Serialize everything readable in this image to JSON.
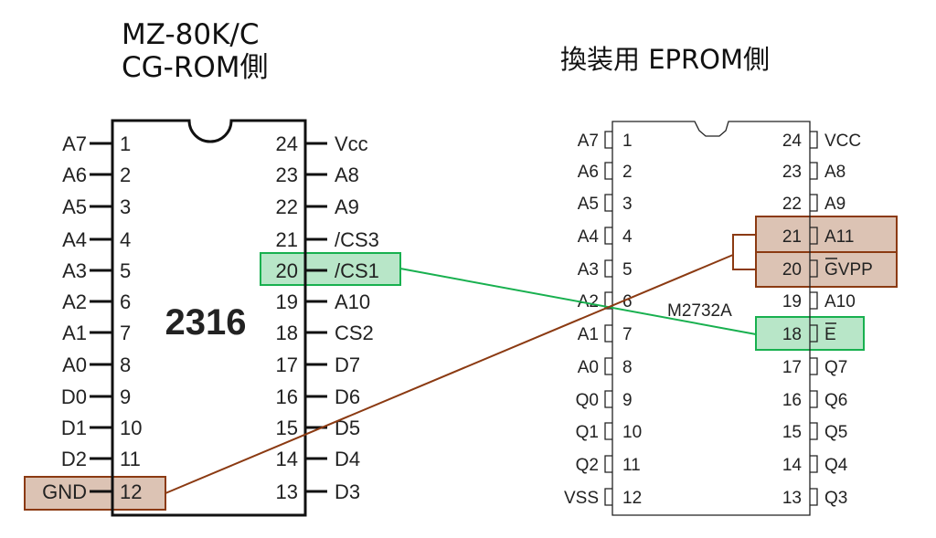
{
  "left_title": {
    "line1": "MZ-80K/C",
    "line2": "CG-ROM側"
  },
  "right_title": "換装用 EPROM側",
  "left_chip": {
    "name": "2316",
    "left_pins": [
      {
        "label": "A7",
        "num": "1"
      },
      {
        "label": "A6",
        "num": "2"
      },
      {
        "label": "A5",
        "num": "3"
      },
      {
        "label": "A4",
        "num": "4"
      },
      {
        "label": "A3",
        "num": "5"
      },
      {
        "label": "A2",
        "num": "6"
      },
      {
        "label": "A1",
        "num": "7"
      },
      {
        "label": "A0",
        "num": "8"
      },
      {
        "label": "D0",
        "num": "9"
      },
      {
        "label": "D1",
        "num": "10"
      },
      {
        "label": "D2",
        "num": "11"
      },
      {
        "label": "GND",
        "num": "12"
      }
    ],
    "right_pins": [
      {
        "label": "Vcc",
        "num": "24"
      },
      {
        "label": "A8",
        "num": "23"
      },
      {
        "label": "A9",
        "num": "22"
      },
      {
        "label": "/CS3",
        "num": "21"
      },
      {
        "label": "/CS1",
        "num": "20"
      },
      {
        "label": "A10",
        "num": "19"
      },
      {
        "label": "CS2",
        "num": "18"
      },
      {
        "label": "D7",
        "num": "17"
      },
      {
        "label": "D6",
        "num": "16"
      },
      {
        "label": "D5",
        "num": "15"
      },
      {
        "label": "D4",
        "num": "14"
      },
      {
        "label": "D3",
        "num": "13"
      }
    ]
  },
  "right_chip": {
    "name": "M2732A",
    "left_pins": [
      {
        "label": "A7",
        "num": "1"
      },
      {
        "label": "A6",
        "num": "2"
      },
      {
        "label": "A5",
        "num": "3"
      },
      {
        "label": "A4",
        "num": "4"
      },
      {
        "label": "A3",
        "num": "5"
      },
      {
        "label": "A2",
        "num": "6"
      },
      {
        "label": "A1",
        "num": "7"
      },
      {
        "label": "A0",
        "num": "8"
      },
      {
        "label": "Q0",
        "num": "9"
      },
      {
        "label": "Q1",
        "num": "10"
      },
      {
        "label": "Q2",
        "num": "11"
      },
      {
        "label": "VSS",
        "num": "12"
      }
    ],
    "right_pins": [
      {
        "label": "VCC",
        "num": "24"
      },
      {
        "label": "A8",
        "num": "23"
      },
      {
        "label": "A9",
        "num": "22"
      },
      {
        "label": "A11",
        "num": "21"
      },
      {
        "label": "GVPP",
        "num": "20"
      },
      {
        "label": "A10",
        "num": "19"
      },
      {
        "label": "E",
        "num": "18"
      },
      {
        "label": "Q7",
        "num": "17"
      },
      {
        "label": "Q6",
        "num": "16"
      },
      {
        "label": "Q5",
        "num": "15"
      },
      {
        "label": "Q4",
        "num": "14"
      },
      {
        "label": "Q3",
        "num": "13"
      }
    ]
  },
  "colors": {
    "brown": "#8b3a12",
    "brown_fill": "#dcc3b4",
    "green": "#18b04f",
    "green_fill": "#b8e6c8"
  }
}
